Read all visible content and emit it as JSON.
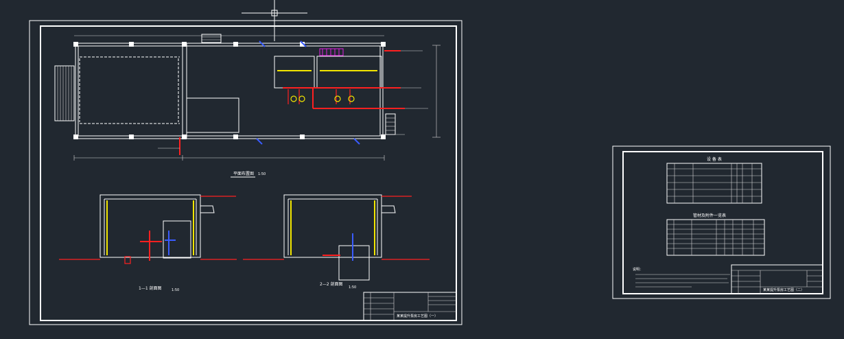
{
  "colors": {
    "background": "#212830",
    "lines": "#ffffff",
    "pipe_red": "#ff2020",
    "pipe_yellow": "#f2e600",
    "pipe_blue": "#3a5cff",
    "pipe_magenta": "#e020e0"
  },
  "icons": {
    "cursor": "crosshair-cursor-icon"
  },
  "sheet1": {
    "plan_title": "平面布置图",
    "plan_scale": "1:50",
    "section1_title": "1—1 剖面图",
    "section1_scale": "1:50",
    "section2_title": "2—2 剖面图",
    "section2_scale": "1:50",
    "title_block_name": "某某提升泵房工艺图（一）"
  },
  "sheet2": {
    "table1_title": "设 备 表",
    "table2_title": "管材及附件一览表",
    "notes_title": "说明：",
    "title_block_name": "某某提升泵房工艺图（二）"
  }
}
